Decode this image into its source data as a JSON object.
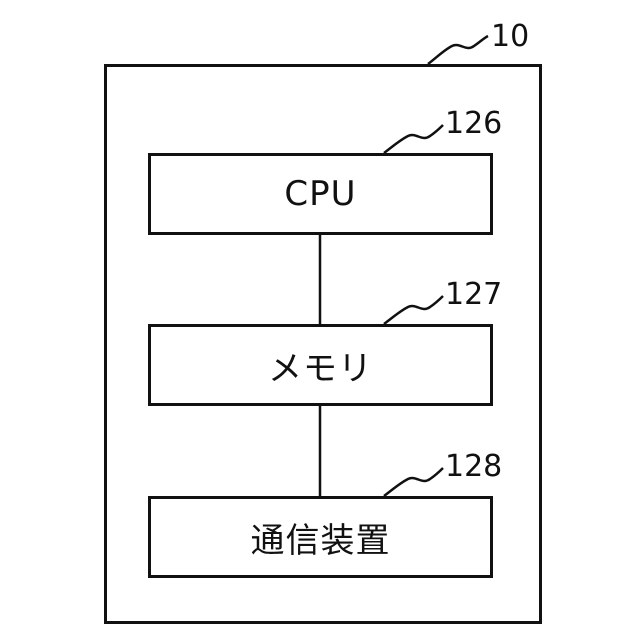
{
  "diagram": {
    "outer_ref": "10",
    "blocks": [
      {
        "label": "CPU",
        "ref": "126"
      },
      {
        "label": "メモリ",
        "ref": "127"
      },
      {
        "label": "通信装置",
        "ref": "128"
      }
    ]
  }
}
